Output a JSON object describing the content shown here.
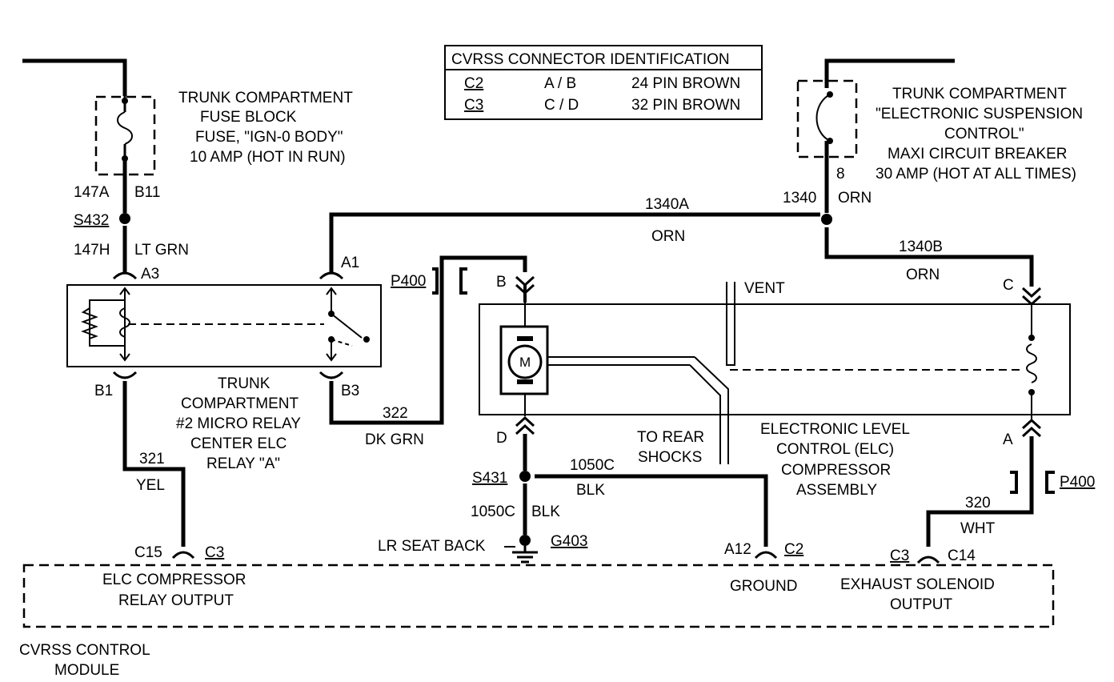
{
  "connector_table": {
    "title": "CVRSS CONNECTOR IDENTIFICATION",
    "rows": [
      {
        "connector": "C2",
        "pins": "A / B",
        "desc": "24 PIN BROWN"
      },
      {
        "connector": "C3",
        "pins": "C / D",
        "desc": "32 PIN BROWN"
      }
    ]
  },
  "fuse_block": {
    "lines": [
      "TRUNK COMPARTMENT",
      "FUSE BLOCK",
      "FUSE, \"IGN-0 BODY\"",
      "10 AMP (HOT IN RUN)"
    ],
    "circuit_left": "147A",
    "terminal": "B11"
  },
  "breaker": {
    "lines": [
      "TRUNK COMPARTMENT",
      "\"ELECTRONIC SUSPENSION",
      "CONTROL\"",
      "MAXI CIRCUIT BREAKER",
      "30 AMP (HOT AT ALL TIMES)"
    ],
    "terminal": "8",
    "circuit": "1340",
    "color": "ORN"
  },
  "splices": {
    "s432": "S432",
    "s431": "S431",
    "g403": "G403",
    "ground_loc": "LR SEAT BACK"
  },
  "wires": {
    "w147h": "147H",
    "w147h_color": "LT GRN",
    "w1340a": "1340A",
    "w1340a_color": "ORN",
    "w1340b": "1340B",
    "w1340b_color": "ORN",
    "w322": "322",
    "w322_color": "DK GRN",
    "w321": "321",
    "w321_color": "YEL",
    "w1050c_h": "1050C",
    "w1050c_h_color": "BLK",
    "w1050c_v": "1050C",
    "w1050c_v_color": "BLK",
    "w320": "320",
    "w320_color": "WHT"
  },
  "relay": {
    "lines": [
      "TRUNK",
      "COMPARTMENT",
      "#2 MICRO RELAY",
      "CENTER ELC",
      "RELAY \"A\""
    ],
    "pin_a3": "A3",
    "pin_a1": "A1",
    "pin_b1": "B1",
    "pin_b3": "B3"
  },
  "connector_p400": {
    "left": "P400",
    "right": "P400"
  },
  "compressor": {
    "pin_b": "B",
    "pin_c": "C",
    "pin_d": "D",
    "pin_a": "A",
    "vent": "VENT",
    "motor": "M",
    "rear_shocks": [
      "TO REAR",
      "SHOCKS"
    ],
    "lines": [
      "ELECTRONIC LEVEL",
      "CONTROL (ELC)",
      "COMPRESSOR",
      "ASSEMBLY"
    ]
  },
  "module": {
    "name": [
      "CVRSS CONTROL",
      "MODULE"
    ],
    "c15": "C15",
    "c15_conn": "C3",
    "c15_desc": [
      "ELC COMPRESSOR",
      "RELAY OUTPUT"
    ],
    "a12": "A12",
    "a12_conn": "C2",
    "a12_desc": "GROUND",
    "c14": "C14",
    "c14_conn": "C3",
    "c14_desc": [
      "EXHAUST SOLENOID",
      "OUTPUT"
    ]
  }
}
